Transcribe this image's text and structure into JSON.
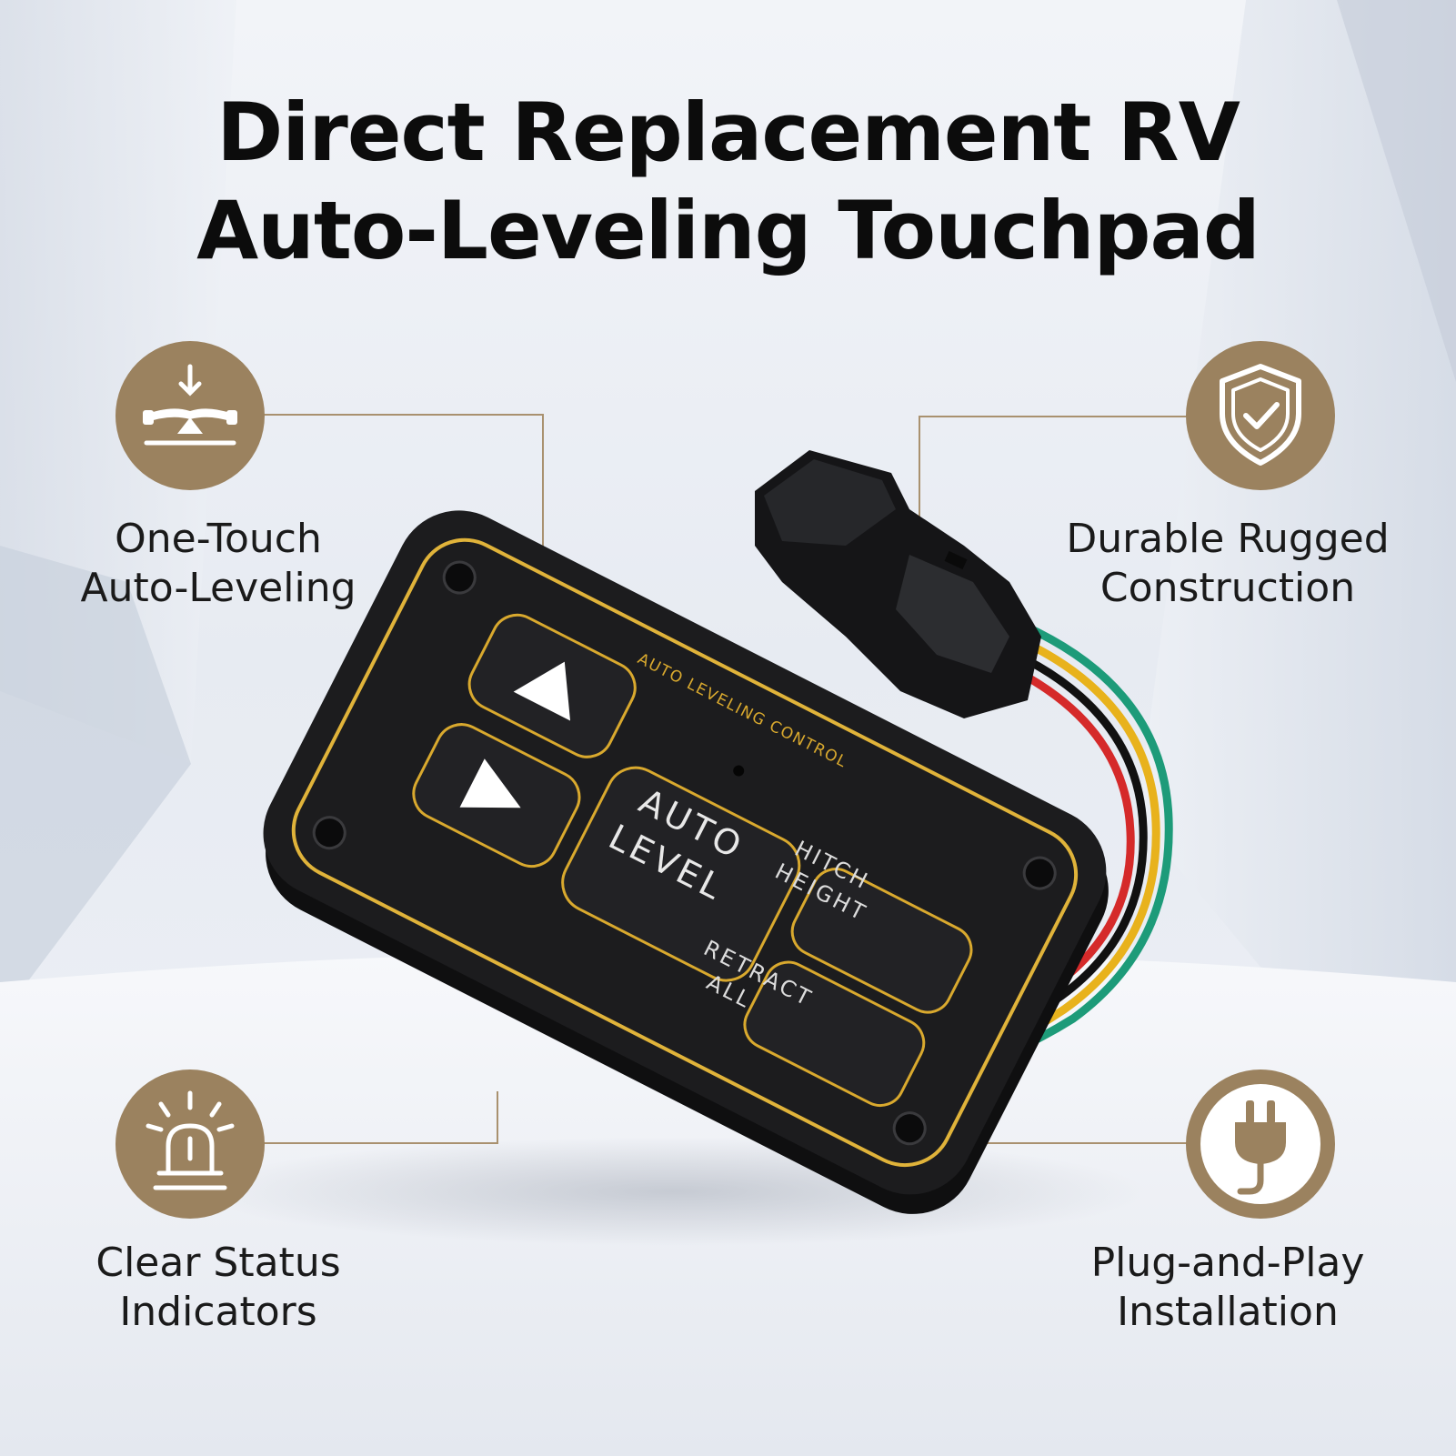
{
  "title": {
    "line1": "Direct Replacement RV",
    "line2": "Auto-Leveling Touchpad"
  },
  "features": {
    "top_left": {
      "line1": "One-Touch",
      "line2": "Auto-Leveling",
      "icon": "leveling-balance-icon"
    },
    "top_right": {
      "line1": "Durable Rugged",
      "line2": "Construction",
      "icon": "shield-check-icon"
    },
    "bottom_left": {
      "line1": "Clear Status",
      "line2": "Indicators",
      "icon": "beacon-light-icon"
    },
    "bottom_right": {
      "line1": "Plug-and-Play",
      "line2": "Installation",
      "icon": "power-plug-icon"
    }
  },
  "device": {
    "panel_label": "AUTO LEVELING CONTROL",
    "buttons": {
      "auto_level": {
        "line1": "AUTO",
        "line2": "LEVEL"
      },
      "hitch_height": {
        "line1": "HITCH",
        "line2": "HEIGHT"
      },
      "retract_all": {
        "line1": "RETRACT",
        "line2": "ALL"
      }
    },
    "wire_colors": [
      "#1d9b79",
      "#e8b21c",
      "#111111",
      "#d52a2a"
    ]
  },
  "colors": {
    "badge": "#9b825f",
    "connector_line": "#a9916f",
    "panel_outline": "#e0b33a",
    "panel_body": "#1c1c1e"
  }
}
